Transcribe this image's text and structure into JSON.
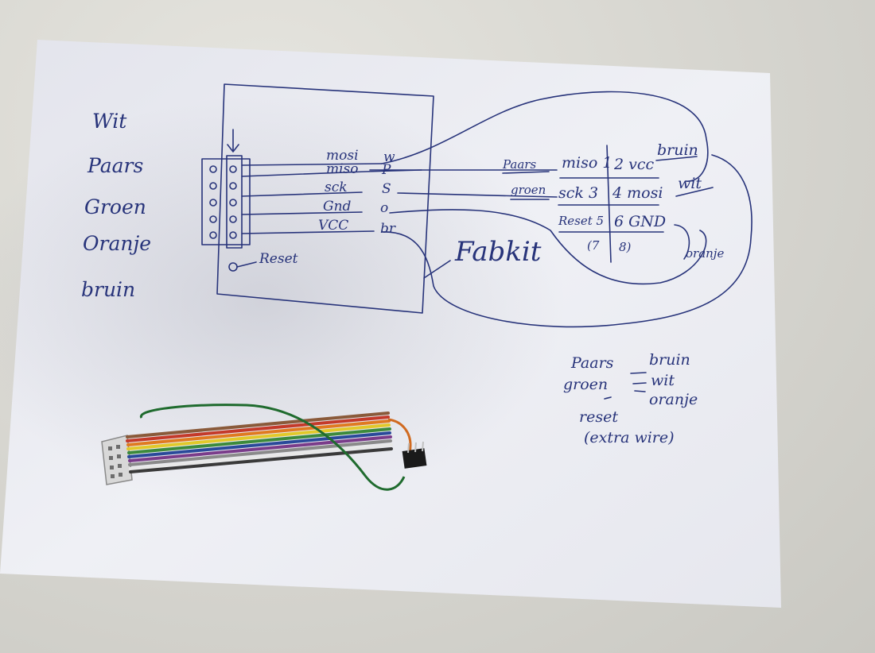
{
  "legend": {
    "items": [
      "Wit",
      "Paars",
      "Groen",
      "Oranje",
      "bruin"
    ]
  },
  "left_connector": {
    "signals": [
      "mosi",
      "miso",
      "sck",
      "Gnd",
      "VCC"
    ],
    "wire_codes": [
      "w",
      "P",
      "S",
      "o",
      "br"
    ],
    "reset_label": "Reset"
  },
  "board_label": "Fabkit",
  "isp_header": {
    "pins": [
      "miso 1",
      "2 vcc",
      "sck 3",
      "4 mosi",
      "Reset 5",
      "6 GND",
      "(7",
      "8)"
    ],
    "wire_labels": [
      "Paars",
      "groen",
      "bruin",
      "wit",
      "oranje"
    ]
  },
  "pairing_note": {
    "left": [
      "Paars",
      "groen"
    ],
    "right": [
      "bruin",
      "wit",
      "oranje"
    ],
    "reset": "reset",
    "reset_detail": "(extra wire)"
  },
  "colors": {
    "ink": "#27337a",
    "paper": "#ecedf3",
    "desk": "#d6d5cf"
  }
}
